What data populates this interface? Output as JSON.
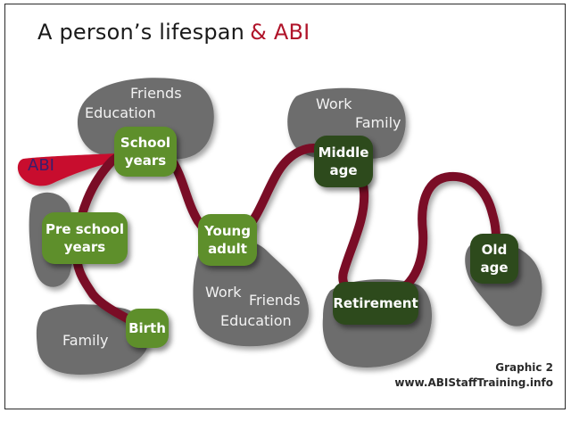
{
  "title": {
    "main": "A person’s lifespan",
    "accent": "& ABI"
  },
  "abi_label": "ABI",
  "stages": {
    "birth": "Birth",
    "pre_school": [
      "Pre school",
      "years"
    ],
    "school": [
      "School",
      "years"
    ],
    "young_adult": [
      "Young",
      "adult"
    ],
    "middle_age": [
      "Middle",
      "age"
    ],
    "retirement": "Retirement",
    "old_age": [
      "Old",
      "age"
    ]
  },
  "context": {
    "school": {
      "friends": "Friends",
      "education": "Education"
    },
    "birth": {
      "family": "Family"
    },
    "young_adult": {
      "work": "Work",
      "friends": "Friends",
      "education": "Education"
    },
    "middle_age": {
      "work": "Work",
      "family": "Family"
    }
  },
  "credit": {
    "graphic": "Graphic 2",
    "url": "www.ABIStaffTraining.info"
  },
  "colors": {
    "path": "#7a0f28",
    "abi": "#c8102e",
    "stage_light": "#5e8f2b",
    "stage_dark": "#2d4a1c",
    "blob": "#6d6d6d"
  }
}
